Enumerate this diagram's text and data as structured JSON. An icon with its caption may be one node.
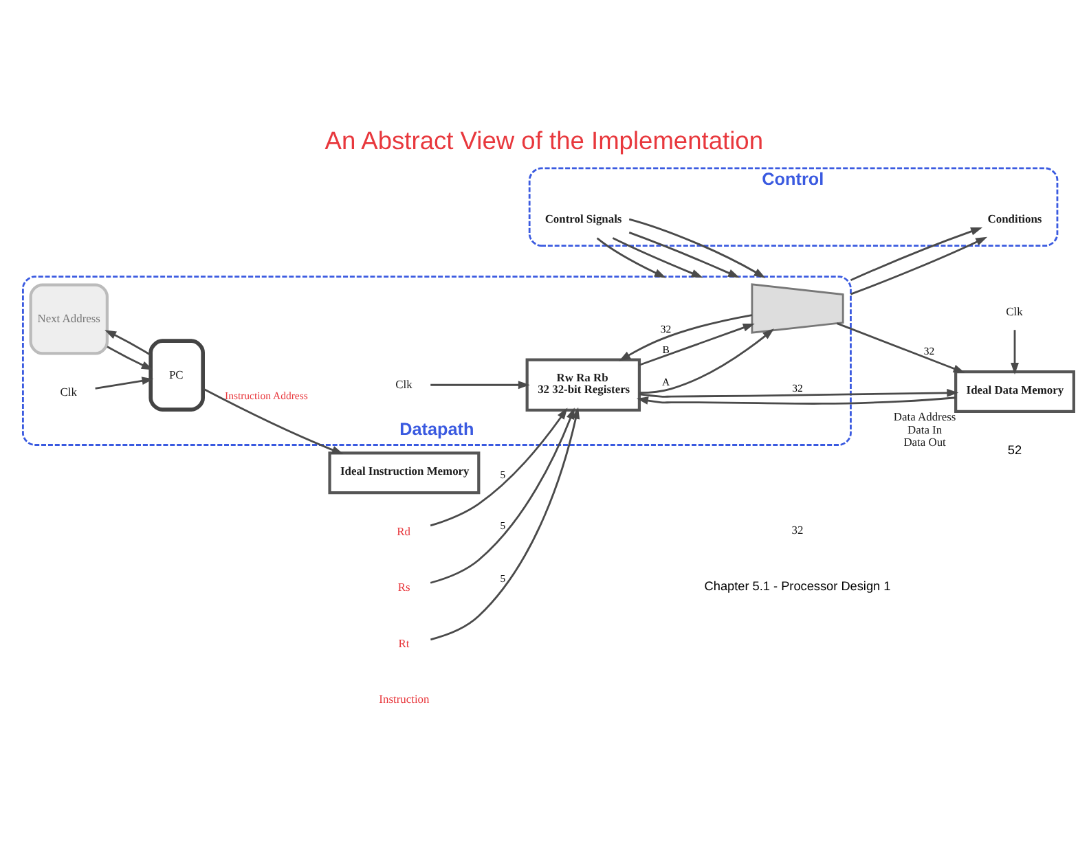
{
  "diagram": {
    "title": "An Abstract View of the Implementation",
    "nodes": [
      {
        "text": [
          "Control"
        ]
      },
      {
        "text": [
          "Control Signals"
        ],
        "in": 0
      },
      {
        "text": [
          "Conditions"
        ],
        "in": 0
      },
      {
        "text": [
          "Ideal Instruction Memory"
        ]
      },
      {
        "text": [
          "Rd"
        ]
      },
      {
        "text": [
          "Rs"
        ]
      },
      {
        "text": [
          "Rt"
        ]
      },
      {
        "text": [
          "Datapath"
        ]
      },
      {
        "text": [
          "Next Address"
        ],
        "in": 7
      },
      {
        "text": [
          "PC"
        ],
        "in": 7
      },
      {
        "text": [
          "Clk"
        ],
        "in": 7
      },
      {
        "text": [
          "Rw Ra Rb",
          "32 32-bit Registers"
        ],
        "in": 7
      },
      {
        "text": [
          "Clk"
        ],
        "in": 7
      },
      {
        "text": [],
        "shape": "trapezoid",
        "in": 7
      },
      {
        "text": [
          "Ideal Data Memory"
        ],
        "beside": [
          "Data Address",
          "Data In",
          "Data Out"
        ]
      },
      {
        "text": [
          "Clk"
        ]
      }
    ],
    "edges": [
      {
        "from": 1,
        "to": 7,
        "arrow": "to"
      },
      {
        "from": 1,
        "to": 7,
        "arrow": "to"
      },
      {
        "from": 1,
        "to": 7,
        "arrow": "to"
      },
      {
        "from": 1,
        "to": 7,
        "arrow": "to"
      },
      {
        "from": 7,
        "to": 2,
        "arrow": "to"
      },
      {
        "from": 7,
        "to": 2,
        "arrow": "to"
      },
      {
        "from": 9,
        "to": 3,
        "arrow": "to",
        "label": "Instruction Address"
      },
      {
        "from": 9,
        "to": 8,
        "arrow": "to"
      },
      {
        "from": 8,
        "to": 9,
        "arrow": "to"
      },
      {
        "from": 10,
        "to": 9,
        "arrow": "to"
      },
      {
        "from": 4,
        "to": 11,
        "arrow": "to",
        "label": "5"
      },
      {
        "from": 5,
        "to": 11,
        "arrow": "to",
        "label": "5"
      },
      {
        "from": 6,
        "to": 11,
        "arrow": "to",
        "label": "5"
      },
      {
        "from": 11,
        "to": 13,
        "arrow": "to",
        "label": "A"
      },
      {
        "from": 11,
        "to": 13,
        "arrow": "to",
        "label": "B"
      },
      {
        "from": 11,
        "to": 14,
        "arrow": "to",
        "label": "32"
      },
      {
        "from": 13,
        "to": 14,
        "arrow": "to",
        "label": "32"
      },
      {
        "from": 13,
        "to": 11,
        "arrow": "to",
        "label": "32"
      },
      {
        "from": 14,
        "to": 11,
        "arrow": "to"
      },
      {
        "from": 12,
        "to": 11,
        "arrow": "to"
      },
      {
        "from": 15,
        "to": 14,
        "arrow": "to"
      }
    ],
    "labels": [
      "Instruction",
      "32",
      "Chapter 5.1 - Processor Design 1",
      "52"
    ]
  }
}
